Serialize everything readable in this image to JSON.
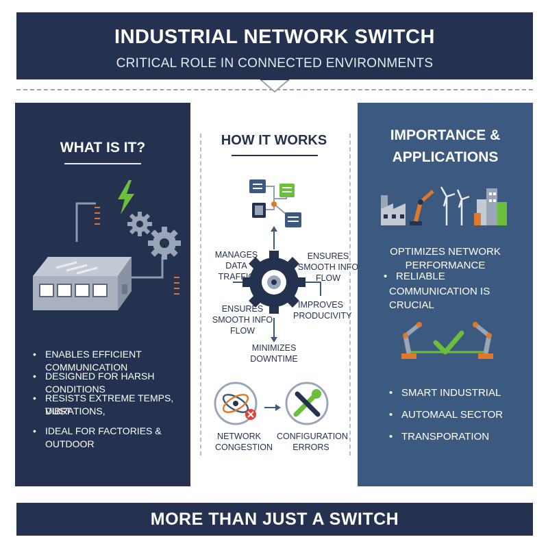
{
  "header": {
    "title": "INDUSTRIAL NETWORK SWITCH",
    "subtitle": "CRITICAL ROLE IN CONNECTED ENVIRONMENTS"
  },
  "left_panel": {
    "title": "WHAT IS IT?",
    "bullets": [
      "ENABLES EFFICIENT COMMUNICATION",
      "DESIGNED FOR HARSH CONDITIONS",
      "RESISTS EXTREME TEMPS, VIBRATIONS,",
      "DUST",
      "IDEAL FOR FACTORIES & OUTDOOR"
    ]
  },
  "middle_panel": {
    "title": "HOW IT WORKS",
    "labels": {
      "manages_1": "MANAGES",
      "manages_2": "DATA TRAFFIC",
      "ensures_top_1": "ENSURES",
      "ensures_top_2": "SMOOTH INFO FLOW",
      "ensures_bottom_1": "ENSURES",
      "ensures_bottom_2": "SMOOTH INFO FLOW",
      "improves_1": "IMPROVES",
      "improves_2": "PRODUCIVITY",
      "minimizes_1": "MINIMIZES",
      "minimizes_2": "DOWNTIME",
      "congestion_1": "NETWORK",
      "congestion_2": "CONGESTION",
      "config_1": "CONFIGURATION",
      "config_2": "ERRORS"
    }
  },
  "right_panel": {
    "title_1": "IMPORTANCE &",
    "title_2": "APPLICATIONS",
    "optimizes": "OPTIMIZES NETWORK PERFORMANCE",
    "reliable_1": "RELIABLE",
    "reliable_2": "COMMUNICATION IS CRUCIAL",
    "apps": [
      "SMART INDUSTRIAL",
      "AUTOMAAL SECTOR",
      "TRANSPORATION"
    ]
  },
  "footer": {
    "title": "MORE THAN JUST A SWITCH"
  },
  "colors": {
    "navy": "#24314f",
    "blue": "#3c5a80",
    "green": "#6cbf3a",
    "orange": "#e0782a",
    "red": "#e2413a"
  },
  "icons": [
    "lightning-icon",
    "gear-icon",
    "network-switch-icon",
    "server-icon",
    "central-gear-icon",
    "network-congestion-icon",
    "wrench-icon",
    "factory-icon",
    "robot-arm-icon",
    "wind-turbine-icon",
    "city-icon",
    "check-icon"
  ]
}
